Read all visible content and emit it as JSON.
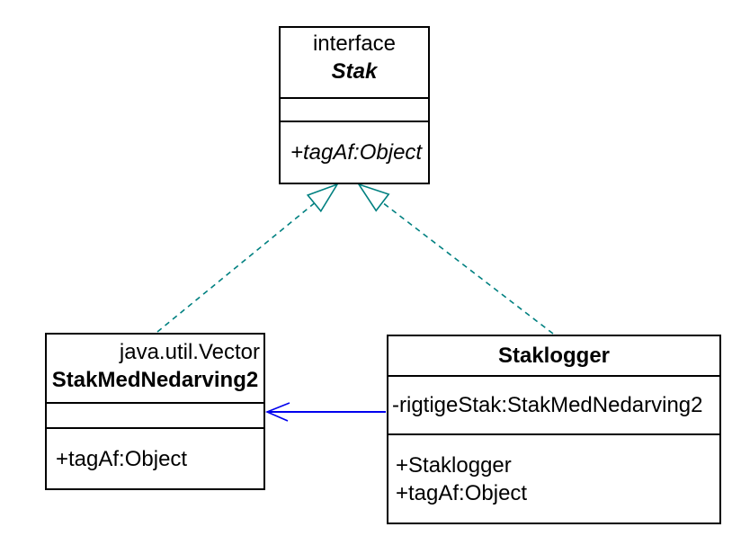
{
  "diagram": {
    "type": "uml-class-diagram",
    "colors": {
      "realization_edge": "#008080",
      "association_edge": "#0000EE",
      "box_border": "#000000",
      "background": "#ffffff"
    },
    "interface": {
      "stereotype": "interface",
      "name": "Stak",
      "attributes": [],
      "methods": [
        "+tagAf:Object"
      ]
    },
    "stakmednedarving2": {
      "superclass": "java.util.Vector",
      "name": "StakMedNedarving2",
      "attributes": [],
      "methods": [
        "+tagAf:Object"
      ]
    },
    "staklogger": {
      "name": "Staklogger",
      "attributes": [
        "-rigtigeStak:StakMedNedarving2"
      ],
      "methods": [
        "+Staklogger",
        "+tagAf:Object"
      ]
    },
    "relationships": [
      {
        "type": "realization",
        "from": "StakMedNedarving2",
        "to": "Stak"
      },
      {
        "type": "realization",
        "from": "Staklogger",
        "to": "Stak"
      },
      {
        "type": "association",
        "from": "Staklogger",
        "to": "StakMedNedarving2"
      }
    ]
  }
}
